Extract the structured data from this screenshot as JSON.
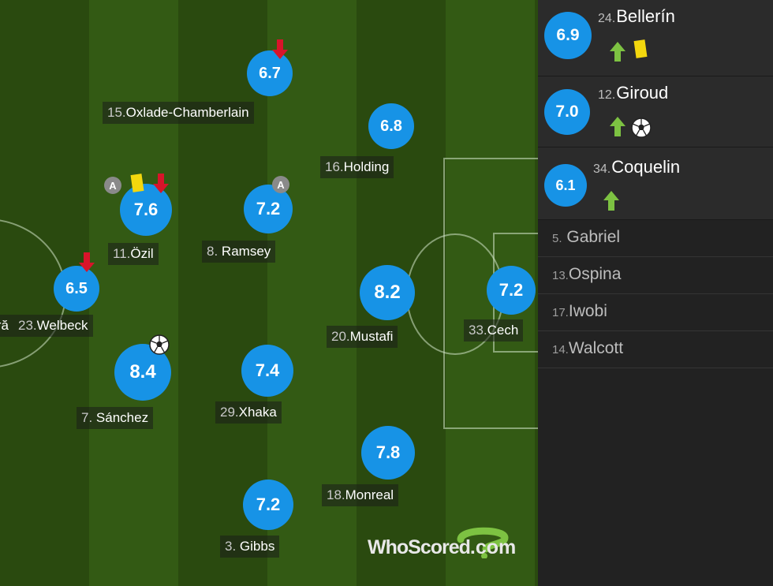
{
  "players": [
    {
      "key": "oxlade",
      "number": "15.",
      "name": "Oxlade-Chamberlain",
      "rating": "6.7",
      "subbed_off": true
    },
    {
      "key": "holding",
      "number": "16.",
      "name": "Holding",
      "rating": "6.8"
    },
    {
      "key": "ozil",
      "number": "11.",
      "name": "Özil",
      "rating": "7.6",
      "captain": "A",
      "yellow_card": true,
      "subbed_off": true
    },
    {
      "key": "ramsey",
      "number": "8.",
      "name": "Ramsey",
      "rating": "7.2",
      "captain": "A"
    },
    {
      "key": "welbeck",
      "number": "23.",
      "name": "Welbeck",
      "rating": "6.5",
      "subbed_off": true
    },
    {
      "key": "mustafi",
      "number": "20.",
      "name": "Mustafi",
      "rating": "8.2"
    },
    {
      "key": "cech",
      "number": "33.",
      "name": "Cech",
      "rating": "7.2"
    },
    {
      "key": "sanchez",
      "number": "7.",
      "name": "Sánchez",
      "rating": "8.4",
      "goal": true
    },
    {
      "key": "xhaka",
      "number": "29.",
      "name": "Xhaka",
      "rating": "7.4"
    },
    {
      "key": "monreal",
      "number": "18.",
      "name": "Monreal",
      "rating": "7.8"
    },
    {
      "key": "gibbs",
      "number": "3.",
      "name": "Gibbs",
      "rating": "7.2"
    }
  ],
  "offscreen_label": "iră",
  "substitutes_used": [
    {
      "number": "24.",
      "name": "Bellerín",
      "rating": "6.9",
      "icons": [
        "sub-on-icon",
        "yellow-card-icon"
      ]
    },
    {
      "number": "12.",
      "name": "Giroud",
      "rating": "7.0",
      "icons": [
        "sub-on-icon",
        "goal-ball-icon"
      ]
    },
    {
      "number": "34.",
      "name": "Coquelin",
      "rating": "6.1",
      "icons": [
        "sub-on-icon"
      ]
    }
  ],
  "bench": [
    {
      "number": "5.",
      "name": "Gabriel"
    },
    {
      "number": "13.",
      "name": "Ospina"
    },
    {
      "number": "17.",
      "name": "Iwobi"
    },
    {
      "number": "14.",
      "name": "Walcott"
    }
  ],
  "logo": {
    "part1": "WhoScored",
    "part2": ".com"
  },
  "colors": {
    "rating_bubble": "#1793e6",
    "pitch_dark": "#2a4a0f",
    "pitch_light": "#335a14",
    "sidebar": "#222222",
    "yellow_card": "#f3d70e",
    "sub_off_arrow": "#d8142a",
    "sub_on_arrow": "#7dc242"
  }
}
